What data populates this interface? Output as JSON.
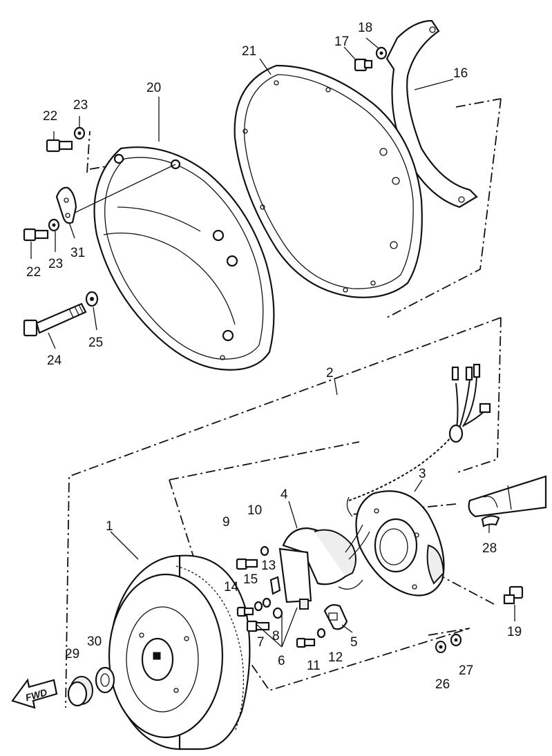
{
  "labels": {
    "p1": "1",
    "p2": "2",
    "p3": "3",
    "p4": "4",
    "p5": "5",
    "p6": "6",
    "p7": "7",
    "p8": "8",
    "p9": "9",
    "p10": "10",
    "p11": "11",
    "p12": "12",
    "p13": "13",
    "p14": "14",
    "p15": "15",
    "p16": "16",
    "p17": "17",
    "p18": "18",
    "p19": "19",
    "p20": "20",
    "p21": "21",
    "p22a": "22",
    "p22b": "22",
    "p23a": "23",
    "p23b": "23",
    "p24": "24",
    "p25": "25",
    "p26": "26",
    "p27": "27",
    "p28": "28",
    "p29": "29",
    "p30": "30",
    "p31": "31"
  },
  "fwd_arrow": {
    "text": "FWD"
  }
}
